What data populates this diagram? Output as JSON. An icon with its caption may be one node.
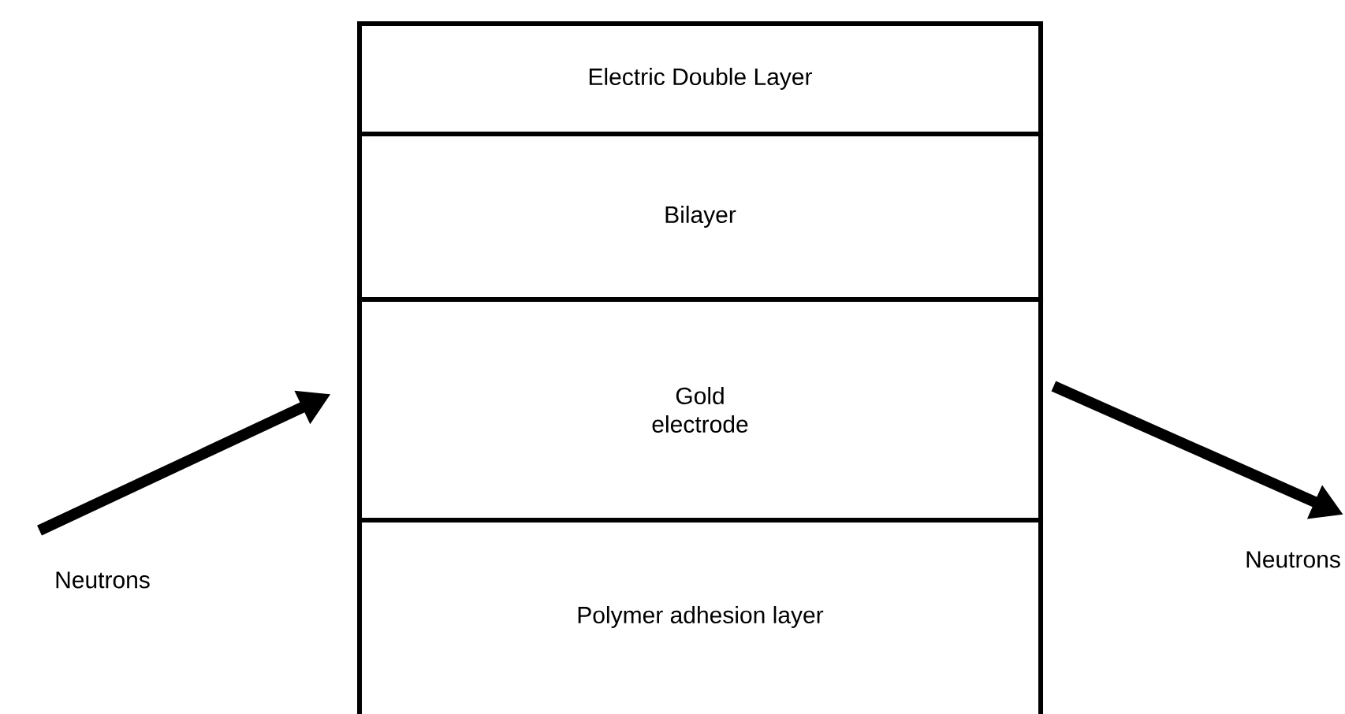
{
  "diagram": {
    "nodes": [
      {
        "text": [
          "Electric Double Layer"
        ]
      },
      {
        "text": [
          "Bilayer"
        ]
      },
      {
        "text": [
          "Gold electrode"
        ]
      },
      {
        "text": [
          "Polymer adhesion layer"
        ]
      },
      {
        "text": [
          "Neutrons"
        ]
      },
      {
        "text": [
          "Neutrons"
        ]
      }
    ],
    "edges": [
      {
        "from": 4,
        "to": 2,
        "arrow": "to"
      },
      {
        "from": 2,
        "to": 5,
        "arrow": "to"
      }
    ]
  }
}
